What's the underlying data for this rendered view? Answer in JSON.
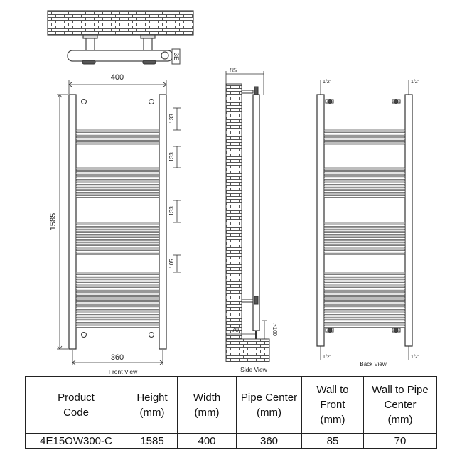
{
  "drawing": {
    "top_view": {
      "badge": "3E"
    },
    "front_view": {
      "caption": "Front View",
      "width_dim": "400",
      "height_dim": "1585",
      "pipe_center_dim": "360",
      "gap_dims": [
        "133",
        "133",
        "133",
        "105"
      ]
    },
    "side_view": {
      "caption": "Side View",
      "wall_to_front_dim": "85",
      "wall_to_pipe_dim": "70",
      "floor_dim": ">100"
    },
    "back_view": {
      "caption": "Back View",
      "pipe_labels": [
        "1/2\"",
        "1/2\"",
        "1/2\"",
        "1/2\""
      ]
    }
  },
  "spec_table": {
    "headers": [
      "Product\nCode",
      "Height\n(mm)",
      "Width\n(mm)",
      "Pipe Center\n(mm)",
      "Wall to\nFront\n(mm)",
      "Wall to Pipe\nCenter\n(mm)"
    ],
    "rows": [
      [
        "4E15OW300-C",
        "1585",
        "400",
        "360",
        "85",
        "70"
      ]
    ]
  }
}
